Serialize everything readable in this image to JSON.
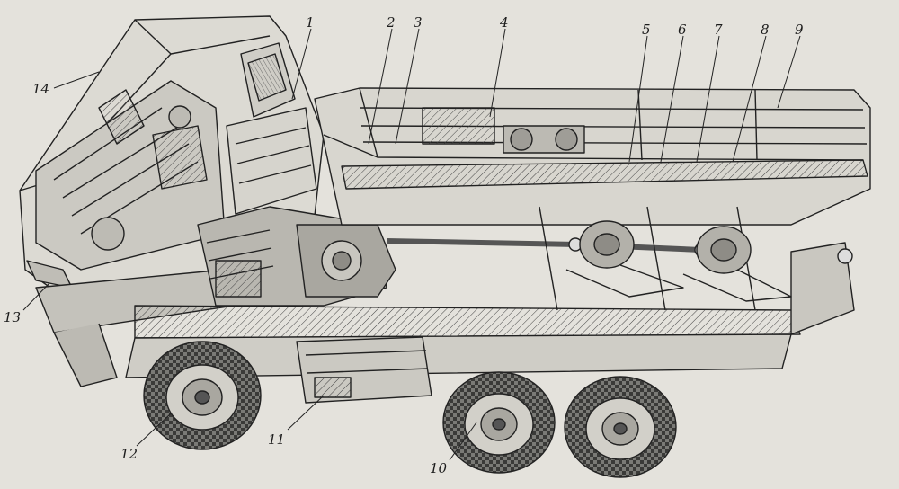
{
  "figure": {
    "paper_color": "#e4e2dc",
    "ink_color": "#222222",
    "callouts": {
      "c1": "1",
      "c2": "2",
      "c3": "3",
      "c4": "4",
      "c5": "5",
      "c6": "6",
      "c7": "7",
      "c8": "8",
      "c9": "9",
      "c10": "10",
      "c11": "11",
      "c12": "12",
      "c13": "13",
      "c14": "14"
    }
  }
}
